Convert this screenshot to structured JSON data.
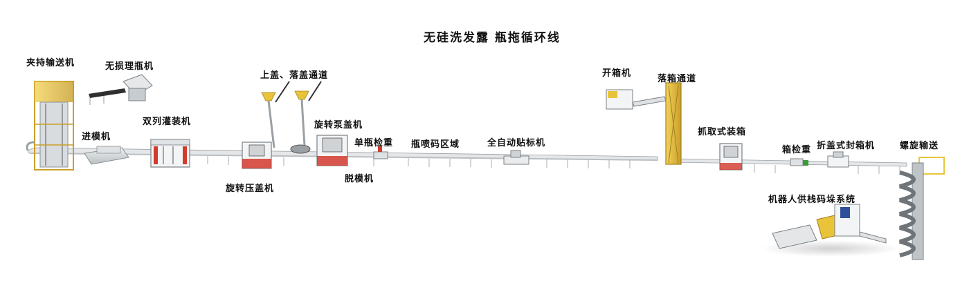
{
  "title": "无硅洗发露 瓶拖循环线",
  "labels": {
    "clamp_conveyor": "夹持输送机",
    "no_damage_unscrambler": "无损理瓶机",
    "puck_loader": "进模机",
    "dual_filler": "双列灌装机",
    "cap_chutes": "上盖、落盖通道",
    "rotary_press_capper": "旋转压盖机",
    "rotary_pump_capper": "旋转泵盖机",
    "puck_unloader": "脱模机",
    "single_checkweigher": "单瓶检重",
    "inkjet_zone": "瓶喷码区域",
    "auto_labeler": "全自动贴标机",
    "case_erector": "开箱机",
    "case_drop_channel": "落箱通道",
    "pick_case_packer": "抓取式装箱",
    "case_checkweigher": "箱检重",
    "flap_case_sealer": "折盖式封箱机",
    "spiral_conveyor": "螺旋输送",
    "robot_palletizer": "机器人供栈码垛系统"
  },
  "colors": {
    "frame_yellow": "#e9c43a",
    "frame_yellow_dark": "#b8932a",
    "steel": "#cfd3d6",
    "steel_dark": "#8a9094",
    "red": "#d23a2e",
    "belt": "#2b2b2b",
    "text": "#111111"
  }
}
